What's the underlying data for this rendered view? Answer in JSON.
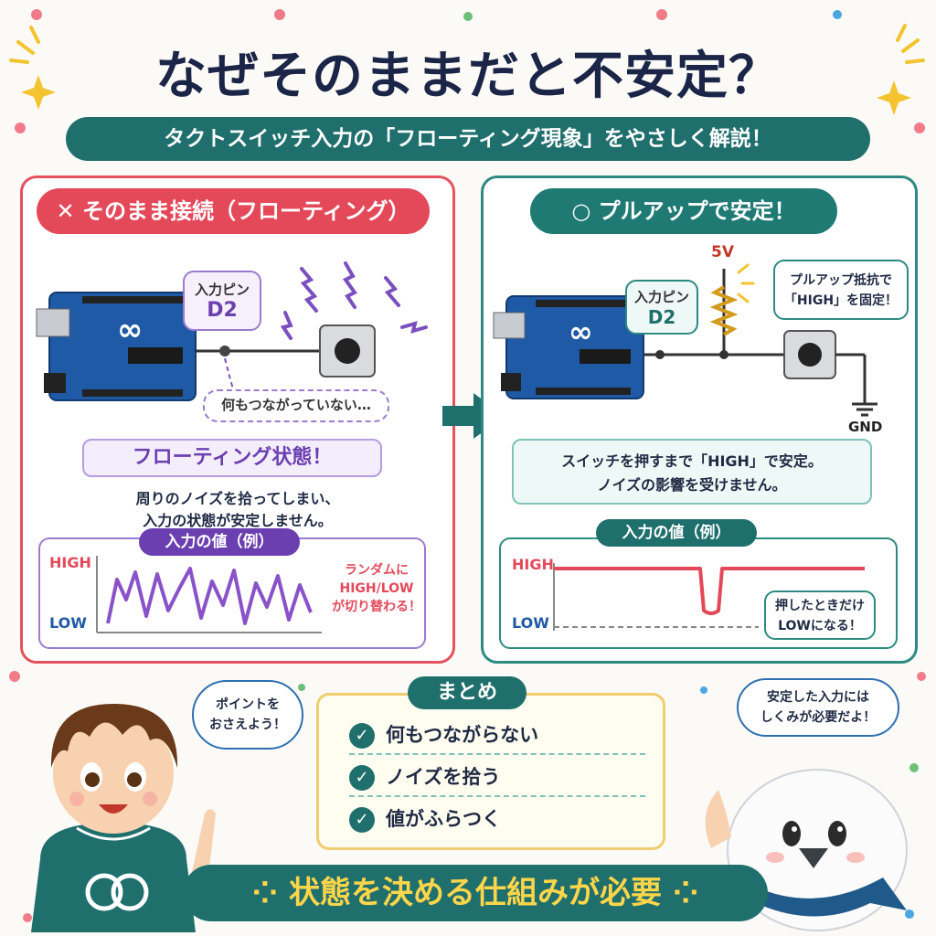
{
  "title": "なぜそのままだと不安定？",
  "subtitle": "タクトスイッチ入力の「フローティング現象」をやさしく解説！",
  "left": {
    "heading_mark": "✕",
    "heading": "そのまま接続（フローティング）",
    "pin_label": "入力ピン",
    "pin_name": "D2",
    "note": "何もつながっていない…",
    "state_title": "フローティング状態！",
    "state_desc_1": "周りのノイズを拾ってしまい、",
    "state_desc_2": "入力の状態が安定しません。",
    "chart_title": "入力の値（例）",
    "high": "HIGH",
    "low": "LOW",
    "callout_1": "ランダムに",
    "callout_2": "HIGH/LOW",
    "callout_3": "が切り替わる！"
  },
  "right": {
    "heading_mark": "○",
    "heading": "プルアップで安定！",
    "pin_label": "入力ピン",
    "pin_name": "D2",
    "voltage": "5V",
    "ground": "GND",
    "resistor_note_1": "プルアップ抵抗で",
    "resistor_note_2": "「HIGH」を固定！",
    "state_desc_1": "スイッチを押すまで「HIGH」で安定。",
    "state_desc_2": "ノイズの影響を受けません。",
    "chart_title": "入力の値（例）",
    "high": "HIGH",
    "low": "LOW",
    "callout_1": "押したときだけ",
    "callout_2": "LOWになる！"
  },
  "summary": {
    "title": "まとめ",
    "items": [
      "何もつながらない",
      "ノイズを拾う",
      "値がふらつく"
    ]
  },
  "boy_bubble": [
    "ポイントを",
    "おさえよう！"
  ],
  "bird_bubble": [
    "安定した入力には",
    "しくみが必要だよ！"
  ],
  "bottom_banner": "状態を決める仕組みが必要",
  "colors": {
    "red": "#e4495a",
    "teal": "#1f6f6d",
    "purple": "#7b4fbf",
    "navy": "#1b2547"
  }
}
